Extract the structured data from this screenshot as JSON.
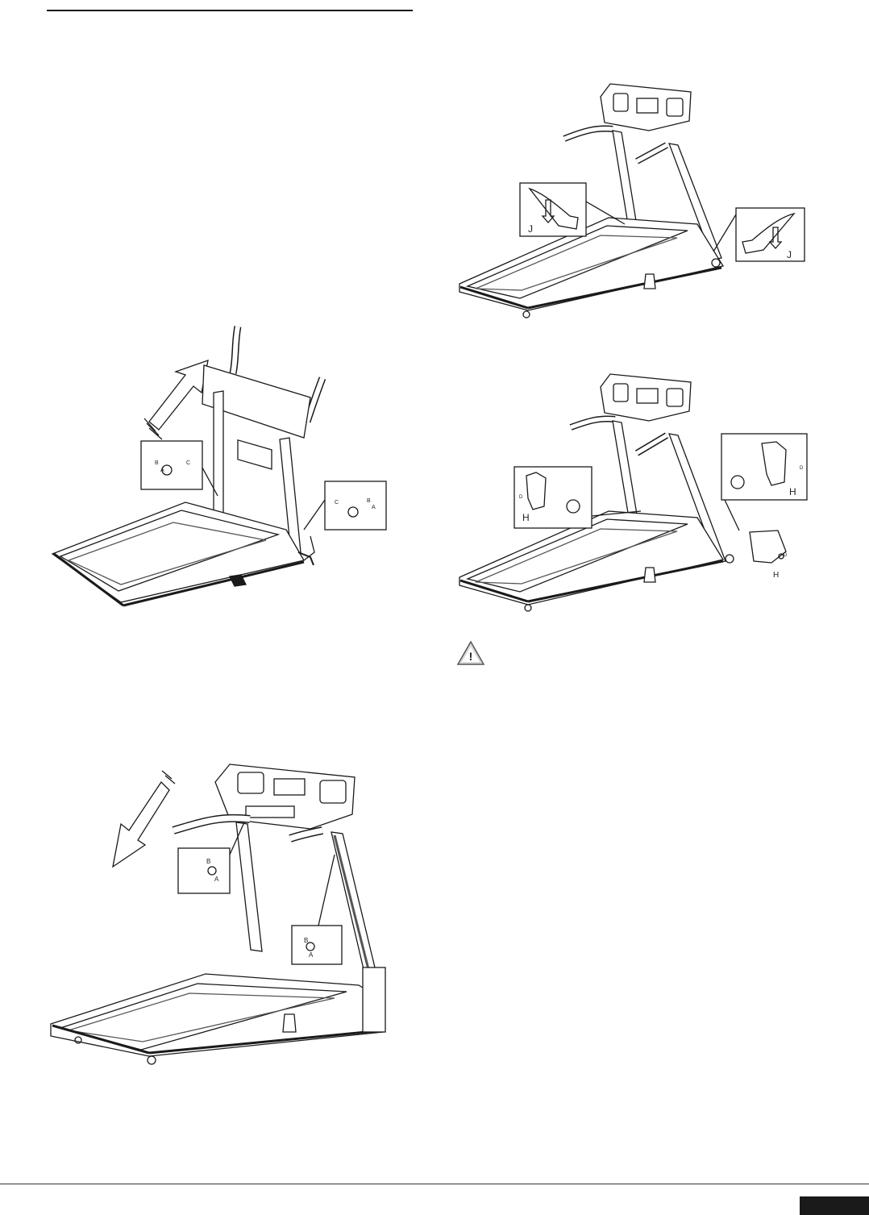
{
  "figures": {
    "fig1": {
      "callout_left_labels": [
        "B",
        "A",
        "C"
      ],
      "callout_right_labels": [
        "C",
        "B",
        "A"
      ]
    },
    "fig2": {
      "callout_top_labels": [
        "B",
        "A"
      ],
      "callout_bottom_labels": [
        "B",
        "A"
      ]
    },
    "fig3": {
      "left_label": "J",
      "right_label": "J"
    },
    "fig4": {
      "left_label": "H",
      "right_label": "H",
      "base_label": "H",
      "small_labels": [
        "D",
        "D",
        "D"
      ]
    }
  },
  "warning": {
    "icon": "warning-triangle-icon",
    "symbol": "!"
  },
  "colors": {
    "line": "#1a1a1a",
    "shade": "#555555",
    "tab": "#1a1a1a"
  }
}
